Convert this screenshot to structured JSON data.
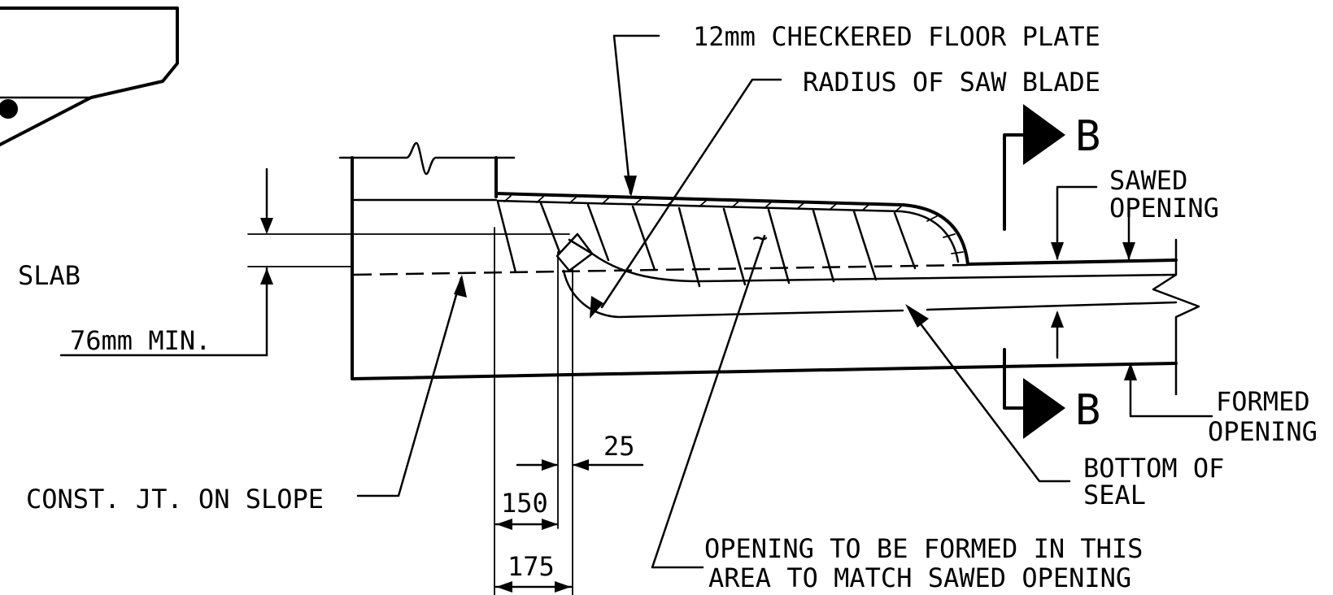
{
  "notes": {
    "floor_plate": "12mm CHECKERED FLOOR PLATE",
    "saw_blade": "RADIUS OF SAW BLADE",
    "sawed_opening_1": "SAWED",
    "sawed_opening_2": "OPENING",
    "slab": "SLAB",
    "slab_min": "76mm MIN.",
    "const_jt": "CONST. JT. ON SLOPE",
    "formed_opening_1": "FORMED",
    "formed_opening_2": "OPENING",
    "bottom_seal_1": "BOTTOM OF",
    "bottom_seal_2": "SEAL",
    "opening_formed_1": "OPENING TO BE FORMED IN THIS",
    "opening_formed_2": "AREA TO MATCH SAWED OPENING"
  },
  "section": {
    "mark_top": "B",
    "mark_bottom": "B"
  },
  "dimensions": {
    "d25": "25",
    "d150": "150",
    "d175": "175"
  },
  "symbols": {
    "tilde": "~"
  }
}
